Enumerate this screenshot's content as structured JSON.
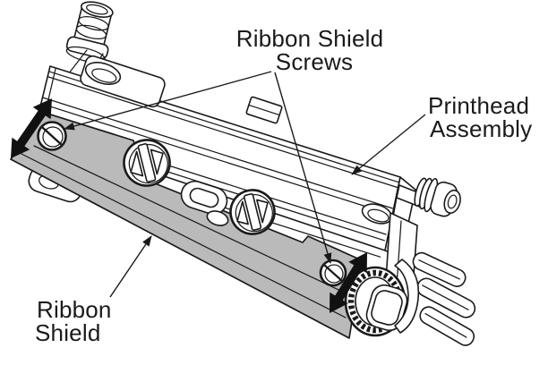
{
  "labels": {
    "ribbon_shield_screws": {
      "line1": "Ribbon Shield",
      "line2": "Screws"
    },
    "printhead_assembly": {
      "line1": "Printhead",
      "line2": "Assembly"
    },
    "ribbon_shield": {
      "line1": "Ribbon",
      "line2": "Shield"
    }
  },
  "icons": {
    "left_direction_arrow": "double-headed-arrow",
    "right_direction_arrow": "double-headed-arrow",
    "leader_pointer": "leader-arrowhead"
  },
  "colors": {
    "line": "#1a1a1a",
    "shield": "#bababa",
    "bg": "#ffffff",
    "arrow": "#111111"
  }
}
